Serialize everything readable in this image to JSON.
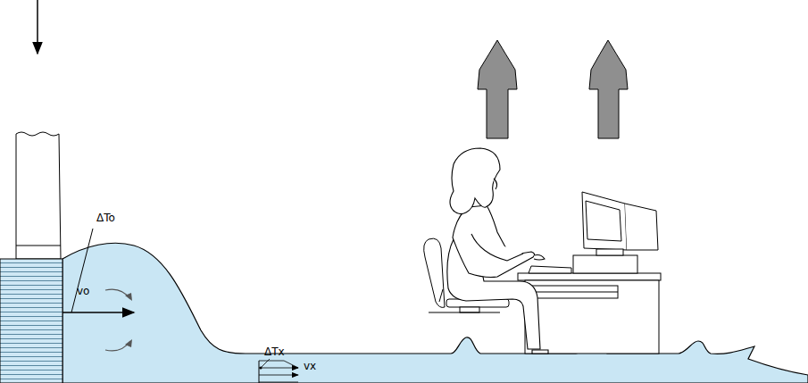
{
  "diagram": {
    "labels": [
      "ΔTo",
      "vo",
      "ΔTx",
      "vx"
    ]
  }
}
